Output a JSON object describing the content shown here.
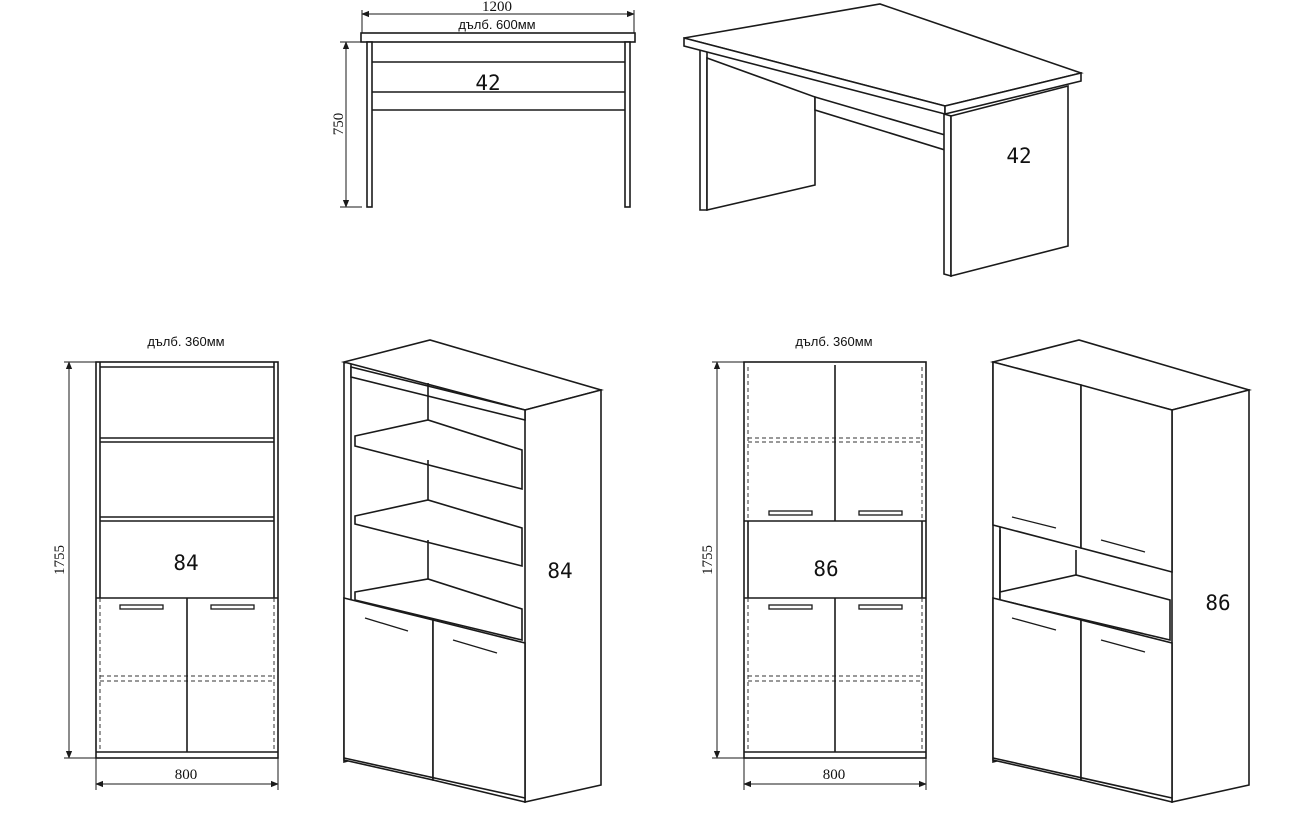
{
  "desk": {
    "width_label": "1200",
    "depth_label": "дълб. 600мм",
    "height_label": "750",
    "model_front": "42",
    "model_persp": "42"
  },
  "bookcase_open": {
    "depth_label": "дълб. 360мм",
    "height_label": "1755",
    "width_label": "800",
    "model_front": "84",
    "model_persp": "84"
  },
  "bookcase_doors": {
    "depth_label": "дълб. 360мм",
    "height_label": "1755",
    "width_label": "800",
    "model_front": "86",
    "model_persp": "86"
  }
}
